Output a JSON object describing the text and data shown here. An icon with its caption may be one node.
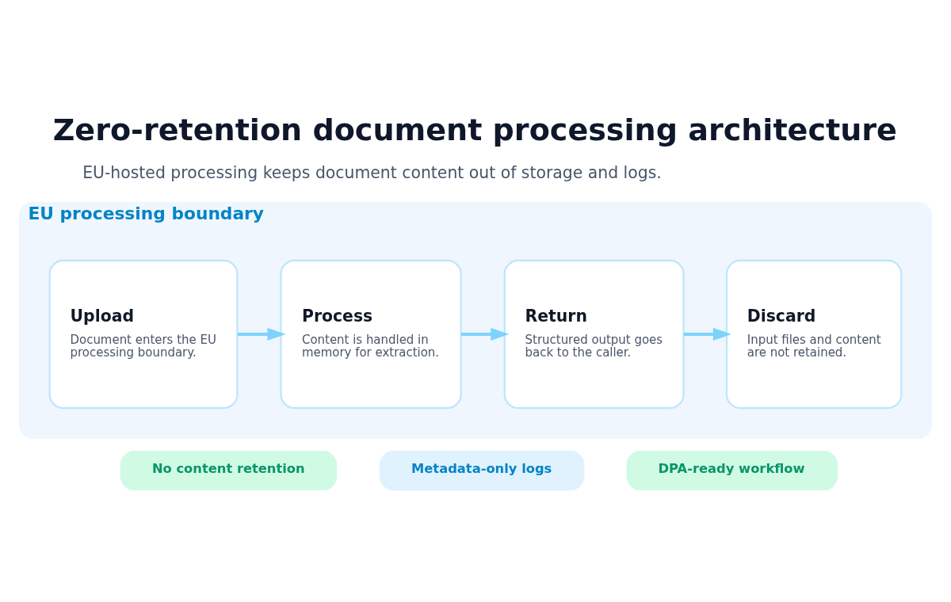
{
  "diagram": {
    "title": "Zero-retention document processing architecture",
    "nodes": [
      {
        "text": [
          "EU processing boundary"
        ]
      },
      {
        "text": [
          "Upload",
          "Document enters the EU processing boundary."
        ],
        "in": 0
      },
      {
        "text": [
          "Process",
          "Content is handled in memory for extraction."
        ],
        "in": 0
      },
      {
        "text": [
          "Return",
          "Structured output goes back to the caller."
        ],
        "in": 0
      },
      {
        "text": [
          "Discard",
          "Input files and content are not retained."
        ],
        "in": 0
      },
      {
        "text": [
          "No content retention"
        ]
      },
      {
        "text": [
          "Metadata-only logs"
        ]
      },
      {
        "text": [
          "DPA-ready workflow"
        ]
      }
    ],
    "edges": [
      {
        "from": 1,
        "to": 2,
        "arrow": "to"
      },
      {
        "from": 2,
        "to": 3,
        "arrow": "to"
      },
      {
        "from": 3,
        "to": 4,
        "arrow": "to"
      }
    ],
    "labels": [
      "EU-hosted processing keeps document content out of storage and logs."
    ]
  }
}
